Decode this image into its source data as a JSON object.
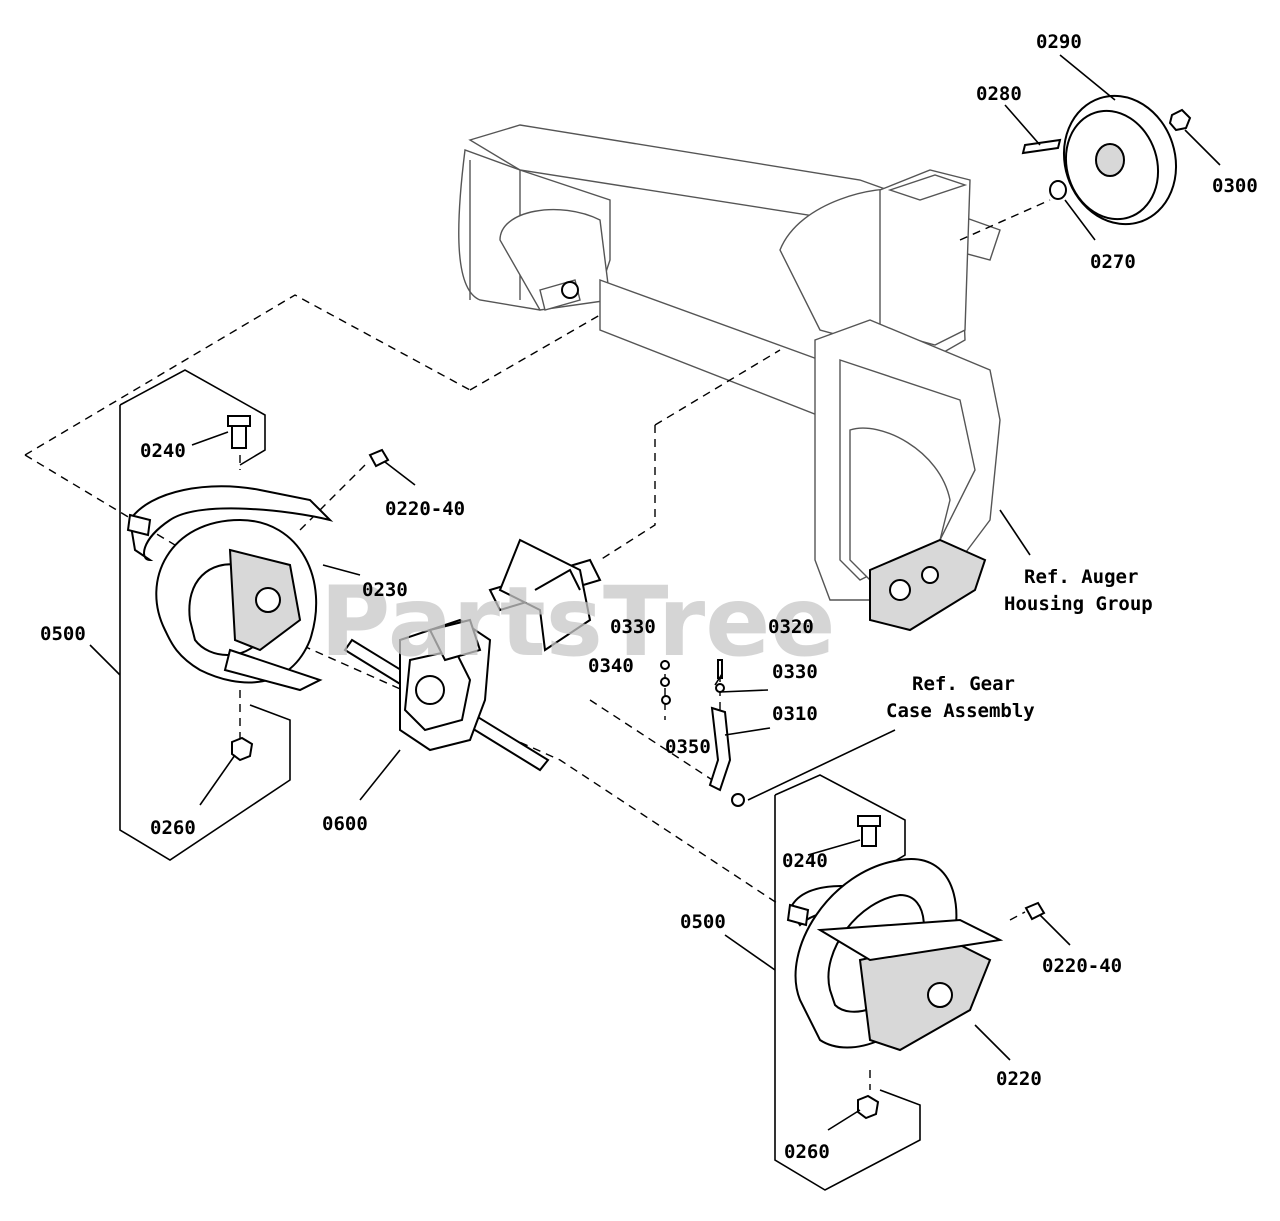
{
  "watermark": "PartsTree",
  "labels": {
    "l0290": "0290",
    "l0280": "0280",
    "l0300": "0300",
    "l0270": "0270",
    "l0240a": "0240",
    "l0220_40a": "0220-40",
    "l0230": "0230",
    "l0500a": "0500",
    "l0260a": "0260",
    "l0600": "0600",
    "l0330a": "0330",
    "l0340": "0340",
    "l0350": "0350",
    "l0320": "0320",
    "l0330b": "0330",
    "l0310": "0310",
    "l0240b": "0240",
    "l0500b": "0500",
    "l0220_40b": "0220-40",
    "l0220": "0220",
    "l0260b": "0260"
  },
  "references": {
    "auger_housing_line1": "Ref. Auger",
    "auger_housing_line2": "Housing Group",
    "gear_case_line1": "Ref. Gear",
    "gear_case_line2": "Case Assembly"
  }
}
